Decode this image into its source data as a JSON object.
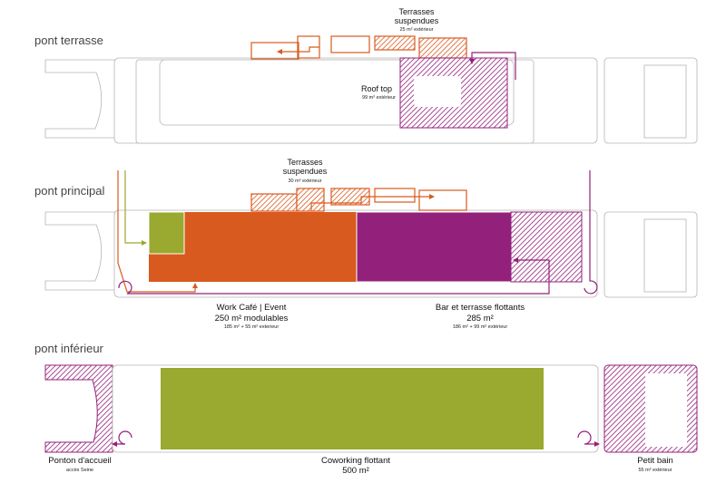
{
  "decks": {
    "terrasse": {
      "title": "pont terrasse"
    },
    "principal": {
      "title": "pont principal"
    },
    "inferieur": {
      "title": "pont inférieur"
    }
  },
  "spaces": {
    "terrasses_top": {
      "title_line1": "Terrasses",
      "title_line2": "suspendues",
      "area": "25 m² extérieur"
    },
    "roof_top": {
      "title": "Roof top",
      "area": "99 m² extérieur"
    },
    "terrasses_main": {
      "title_line1": "Terrasses",
      "title_line2": "suspendues",
      "area": "30 m² extérieur"
    },
    "work_cafe": {
      "title": "Work Café | Event",
      "area": "250 m² modulables",
      "detail": "185 m² + 55 m² exterieur"
    },
    "bar": {
      "title": "Bar et terrasse flottants",
      "area": "285 m²",
      "detail": "186 m² + 99 m² extérieur"
    },
    "ponton": {
      "title": "Ponton d'accueil",
      "detail": "accès Seine"
    },
    "coworking": {
      "title": "Coworking flottant",
      "area": "500 m²"
    },
    "petit_bain": {
      "title": "Petit bain",
      "area": "55 m² extérieur"
    }
  },
  "colors": {
    "orange": "#d95a1f",
    "purple": "#93207b",
    "green": "#9aa92f",
    "hull_stroke": "#b5b5b5",
    "white": "#ffffff"
  }
}
